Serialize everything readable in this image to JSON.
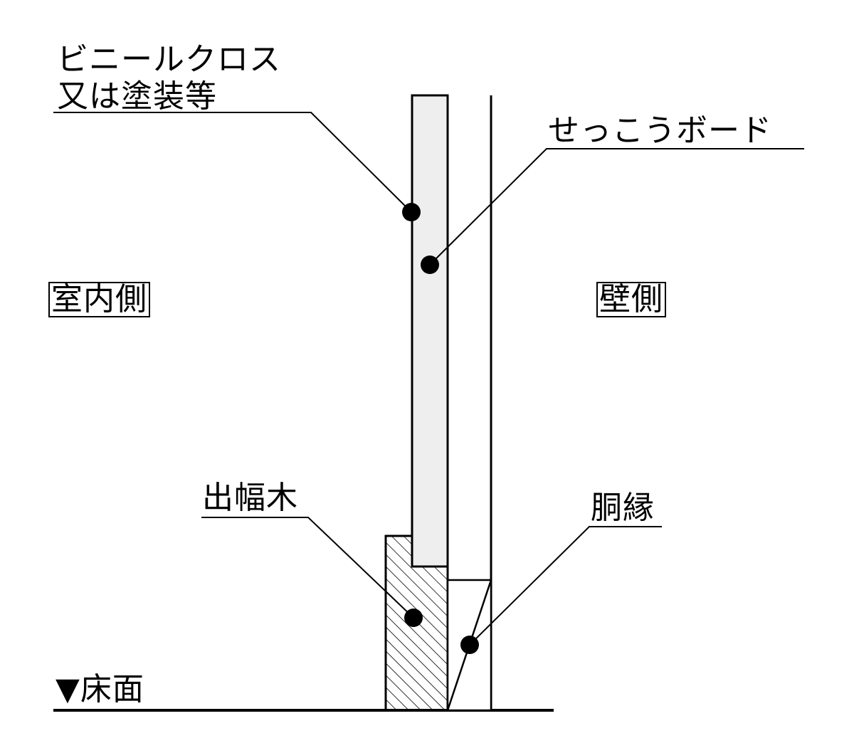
{
  "labels": {
    "vinyl_line1": "ビニールクロス",
    "vinyl_line2": "又は塗装等",
    "gypsum": "せっこうボード",
    "indoor": "室内側",
    "wall": "壁側",
    "baseboard": "出幅木",
    "furring": "胴縁",
    "floor_marker": "▼",
    "floor": "床面"
  },
  "colors": {
    "line": "#000000",
    "board_fill": "#eeeeee",
    "background": "#ffffff"
  }
}
